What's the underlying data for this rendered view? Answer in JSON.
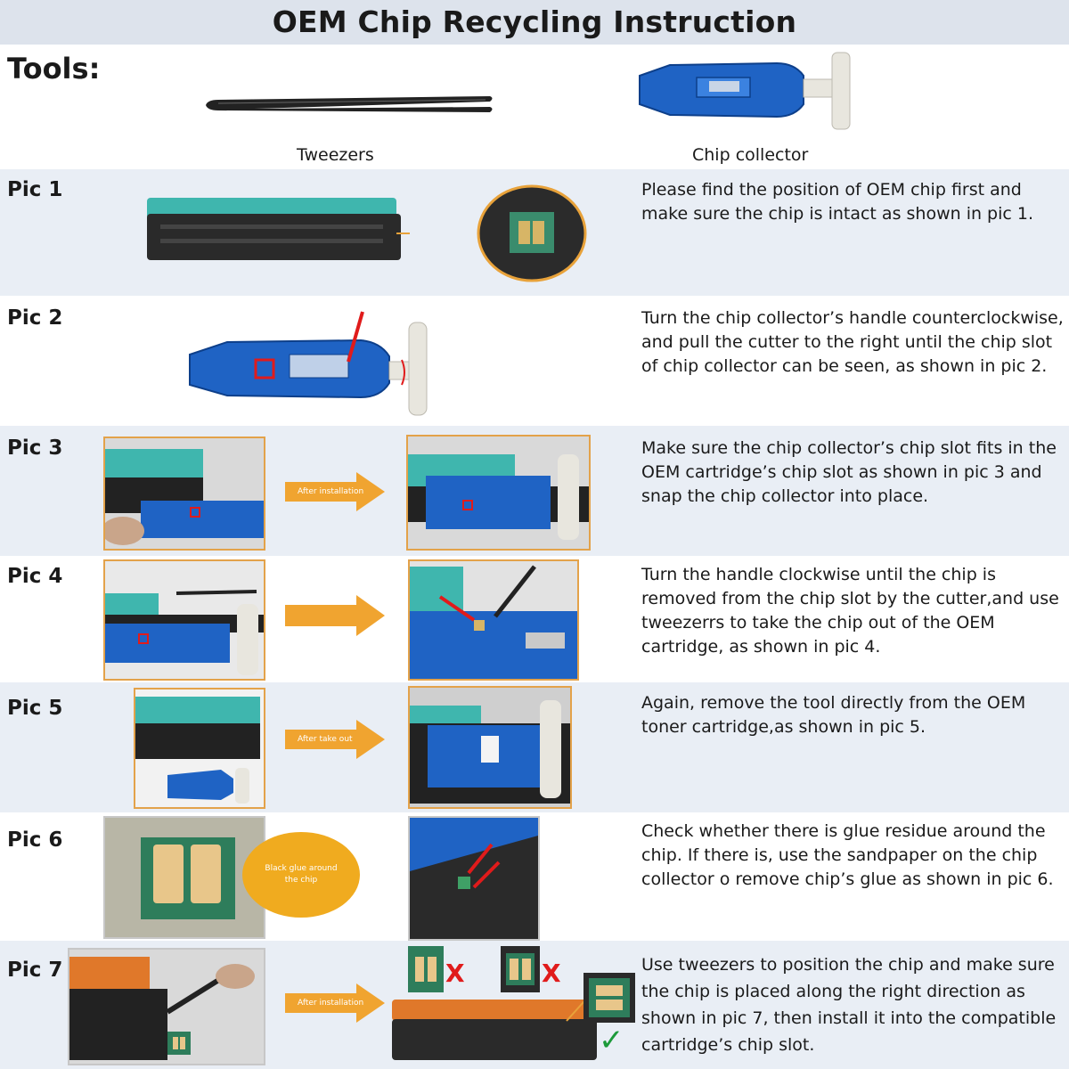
{
  "title": "OEM Chip Recycling Instruction",
  "tools": {
    "heading": "Tools:",
    "tweezers_label": "Tweezers",
    "collector_label": "Chip collector"
  },
  "steps": [
    {
      "label": "Pic 1",
      "text": "Please find the position of OEM chip first and make sure the chip is intact as shown in pic 1."
    },
    {
      "label": "Pic 2",
      "text": "Turn the chip collector’s handle counterclockwise, and pull the cutter to the right until the chip slot of chip collector can be seen, as shown in pic 2."
    },
    {
      "label": "Pic 3",
      "text": "Make sure the chip collector’s chip slot fits in the OEM cartridge’s chip slot as shown in pic 3 and snap the chip collector into place.",
      "arrow_label": "After installation"
    },
    {
      "label": "Pic 4",
      "text": "Turn the handle clockwise until the chip is removed from the chip slot by the cutter,and use tweezerrs to take the chip out of the OEM cartridge, as shown in pic 4."
    },
    {
      "label": "Pic 5",
      "text": "Again, remove the tool directly from the OEM toner cartridge,as shown in pic 5.",
      "arrow_label": "After take out"
    },
    {
      "label": "Pic 6",
      "text": "Check whether there is glue residue around the chip. If there is, use the sandpaper on the chip collector o remove chip’s glue as shown in pic 6.",
      "bubble_label": "Black glue around the chip"
    },
    {
      "label": "Pic 7",
      "text": "Use tweezers to position the chip and make sure the chip is placed along the right direction as shown in pic 7, then install it into the compatible cartridge’s chip slot.",
      "arrow_label": "After installation",
      "wrong_mark": "X",
      "right_mark": "✓"
    }
  ],
  "colors": {
    "accent_orange": "#f0a430",
    "collector_blue": "#1f63c4",
    "row_shade": "#e9eef5",
    "pointer_red": "#e01b1b"
  }
}
